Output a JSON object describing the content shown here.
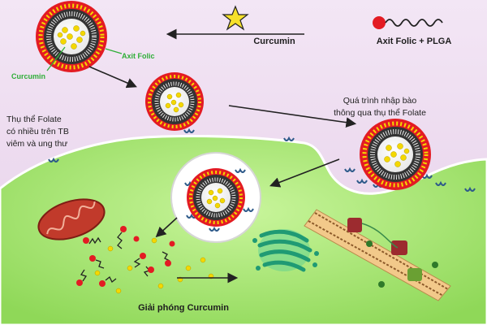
{
  "labels": {
    "curcumin_top": "Curcumin",
    "axit_folic_plga": "Axit Folic + PLGA",
    "curcumin_small": "Curcumin",
    "axit_folic": "Axit Folic",
    "receptor_line1": "Thụ thể Folate",
    "receptor_line2": "có nhiều trên TB",
    "receptor_line3": "viêm và ung thư",
    "endocytosis_line1": "Quá trình nhập bào",
    "endocytosis_line2": "thông qua thụ thể Folate",
    "release": "Giải phóng Curcumin"
  },
  "colors": {
    "background": "#eddcf0",
    "cell": "#9fe26a",
    "nanoparticle_ring": "#e31b23",
    "folate_dot": "#f4d800",
    "curcumin_star": "#f6e02a",
    "mitochondrion": "#c13a2b",
    "golgi": "#39c79a",
    "label_green": "#2fae38"
  }
}
